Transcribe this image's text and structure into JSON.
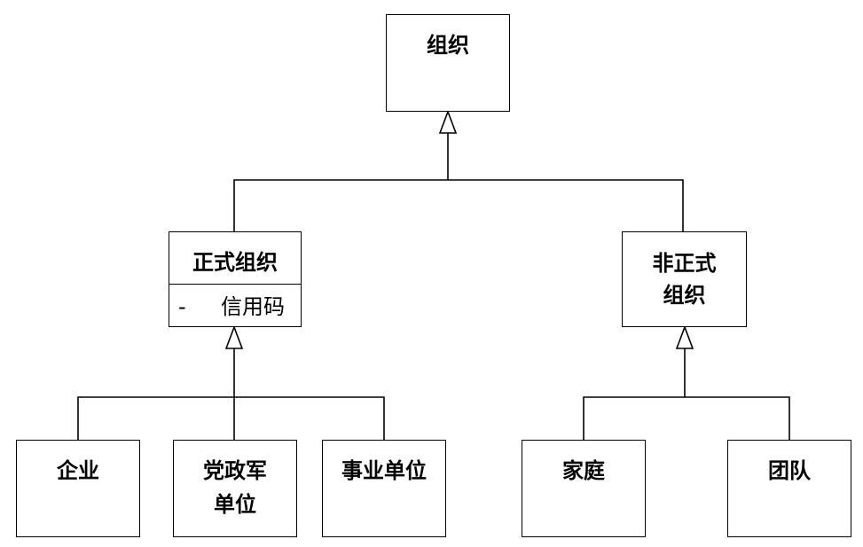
{
  "nodes": {
    "org": {
      "title": "组织"
    },
    "formal": {
      "title": "正式组织",
      "attributes": [
        {
          "visibility": "-",
          "name": "信用码"
        }
      ]
    },
    "informal": {
      "title_line1": "非正式",
      "title_line2": "组织"
    },
    "enterprise": {
      "title": "企业"
    },
    "party_gov": {
      "title_line1": "党政军",
      "title_line2": "单位"
    },
    "public_inst": {
      "title": "事业单位"
    },
    "family": {
      "title": "家庭"
    },
    "team": {
      "title": "团队"
    }
  }
}
